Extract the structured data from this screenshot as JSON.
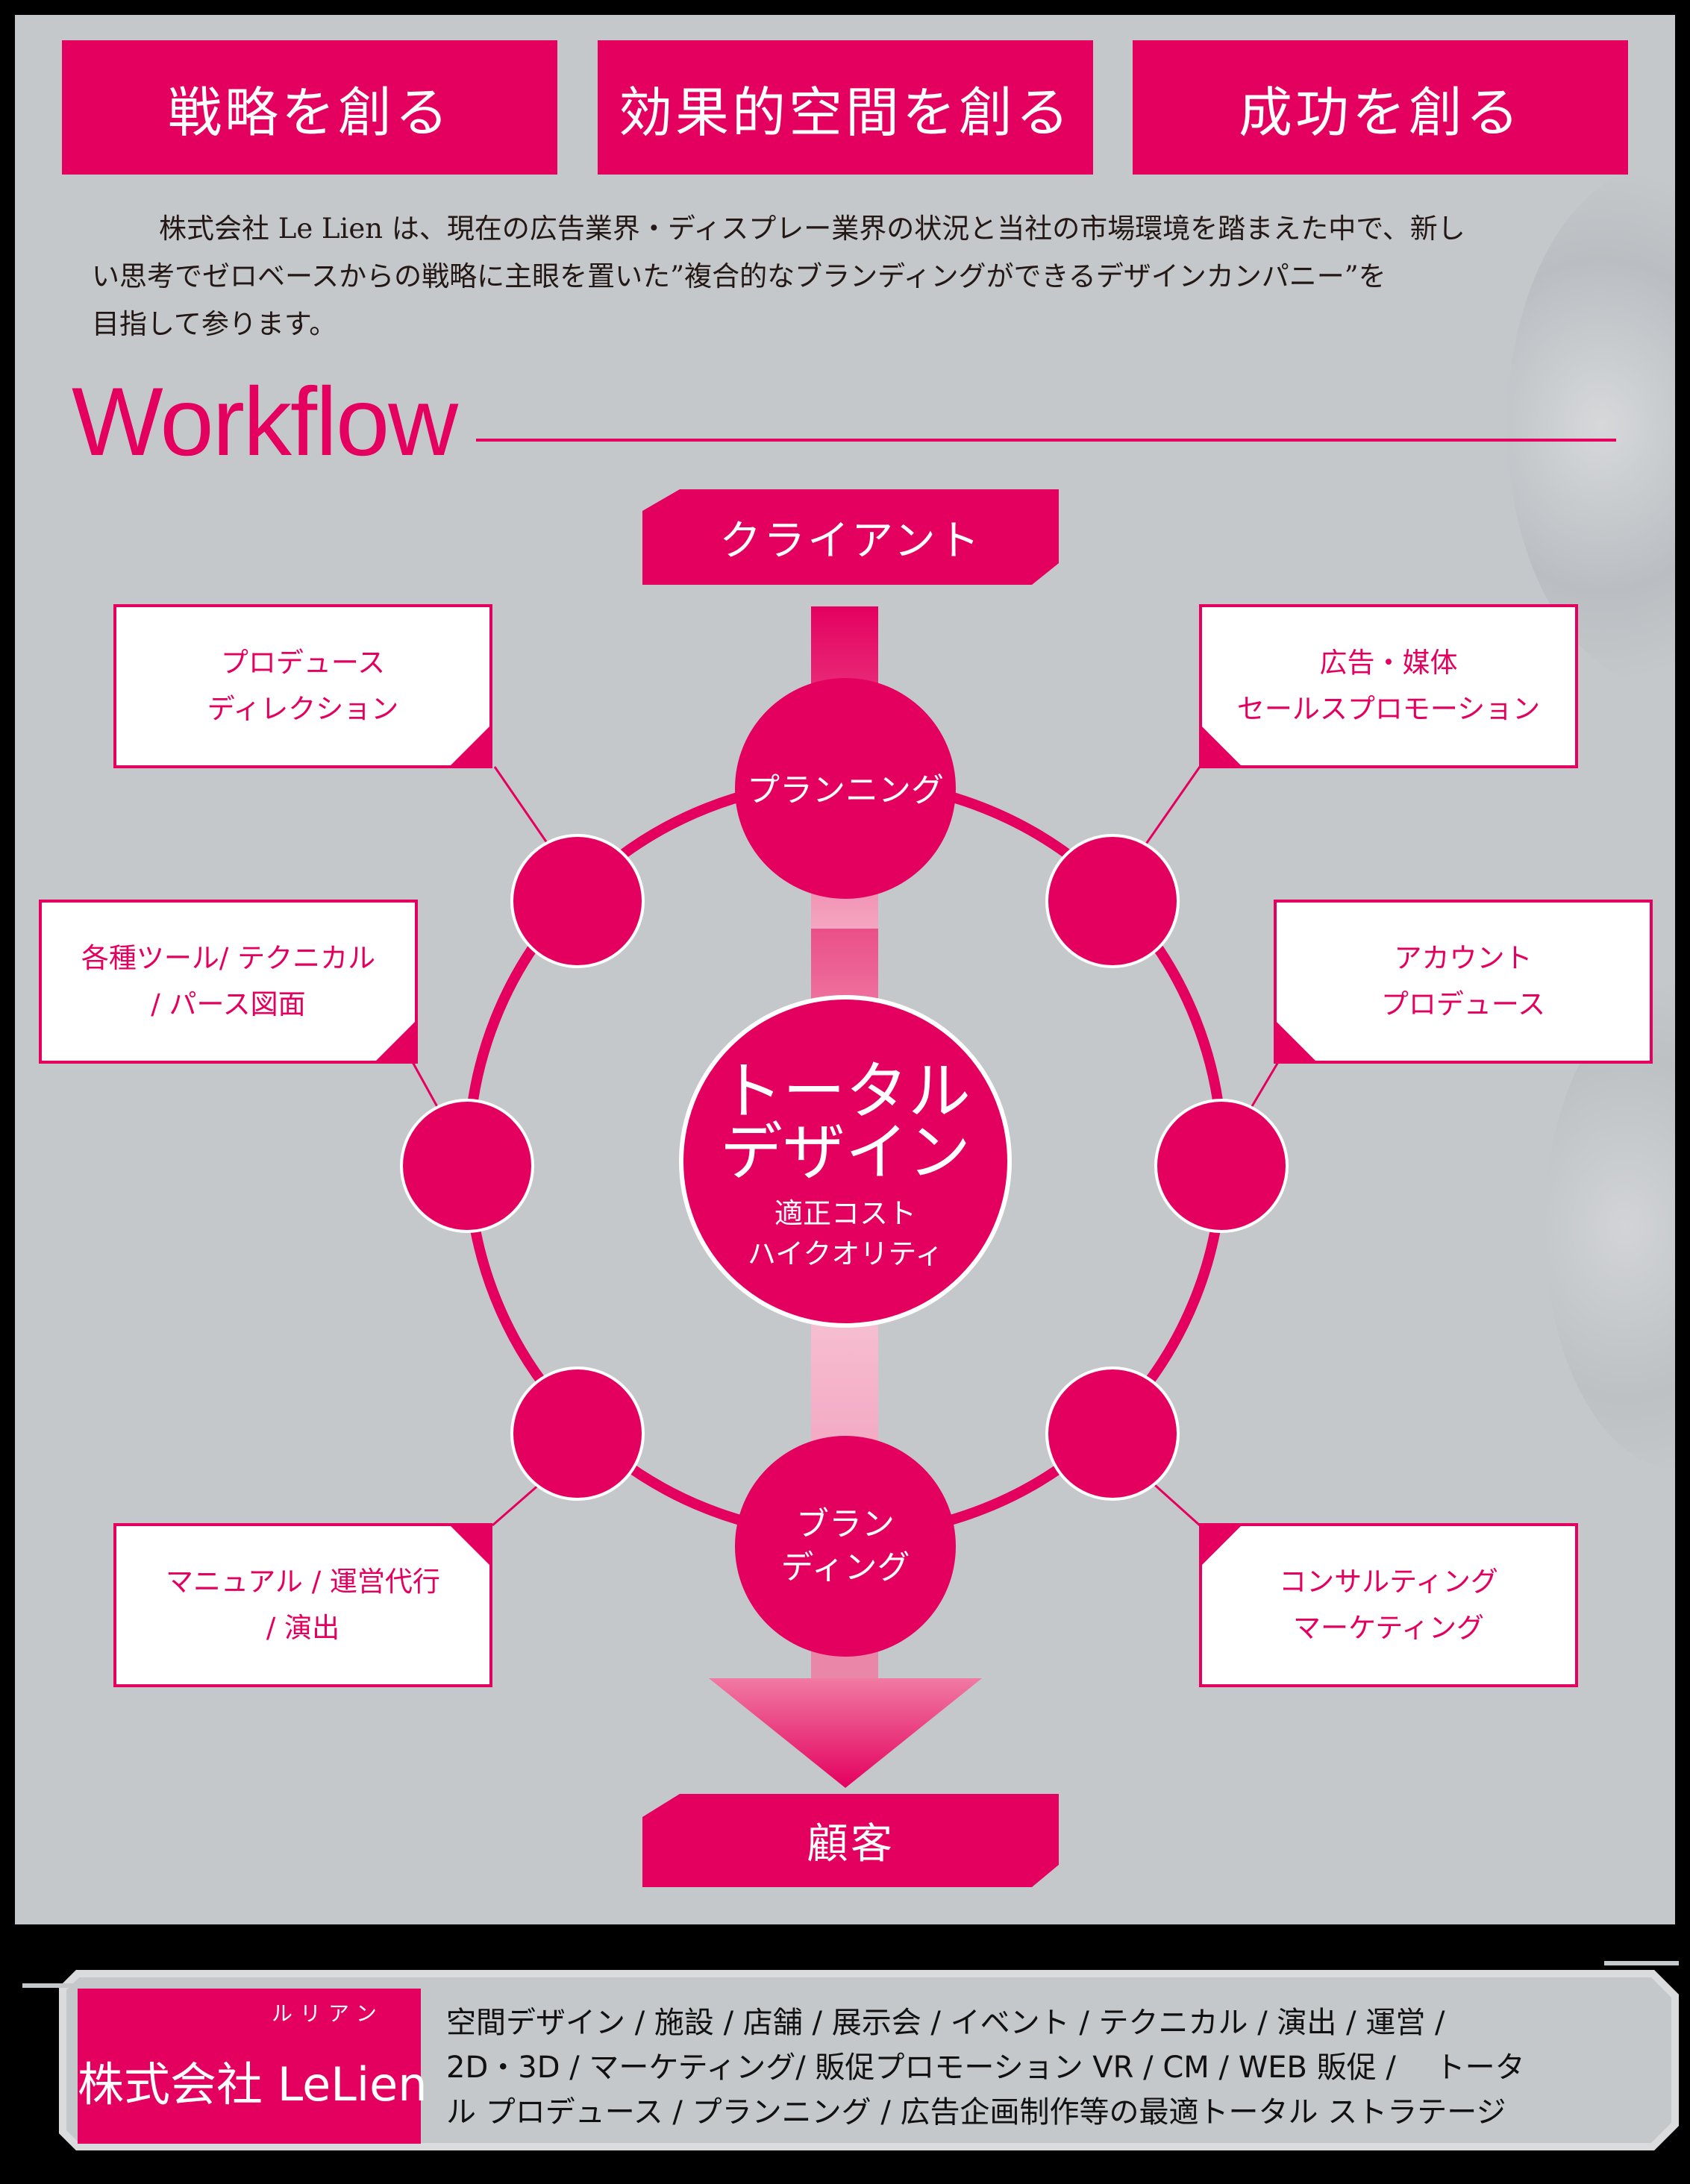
{
  "colors": {
    "accent": "#e4005f",
    "panel": "#c5c8ca",
    "frame": "#000000",
    "text": "#231815",
    "box_bg": "#ffffff"
  },
  "header": {
    "buttons": [
      "戦略を創る",
      "効果的空間を創る",
      "成功を創る"
    ]
  },
  "intro": {
    "lines": [
      "株式会社 Le Lien は、現在の広告業界・ディスプレー業界の状況と当社の市場環境を踏まえた中で、新し",
      "い思考でゼロベースからの戦略に主眼を置いた”複合的なブランディングができるデザインカンパニー”を",
      "目指して参ります。"
    ]
  },
  "workflow": {
    "title": "Workflow",
    "client": "クライアント",
    "customer": "顧客",
    "top_node": "プランニング",
    "bottom_node": [
      "ブラン",
      "ディング"
    ],
    "center": {
      "title": [
        "トータル",
        "デザイン"
      ],
      "sub": [
        "適正コスト",
        "ハイクオリティ"
      ]
    },
    "boxes": {
      "top_left": [
        "プロデュース",
        "ディレクション"
      ],
      "top_right": [
        "広告・媒体",
        "セールスプロモーション"
      ],
      "mid_left": [
        "各種ツール/ テクニカル",
        "/ パース図面"
      ],
      "mid_right": [
        "アカウント",
        "プロデュース"
      ],
      "bottom_left": [
        "マニュアル / 運営代行",
        "/ 演出"
      ],
      "bottom_right": [
        "コンサルティング",
        "マーケティング"
      ]
    }
  },
  "footer": {
    "company_ruby": "ルリアン",
    "company_name": "株式会社 LeLien",
    "services": [
      "空間デザイン / 施設 / 店舗 / 展示会 / イベント / テクニカル / 演出 / 運営 /",
      "2D・3D / マーケティング/ 販促プロモーション VR / CM / WEB 販促 /　 トータ",
      "ル プロデュース / プランニング / 広告企画制作等の最適トータル ストラテージ"
    ]
  }
}
